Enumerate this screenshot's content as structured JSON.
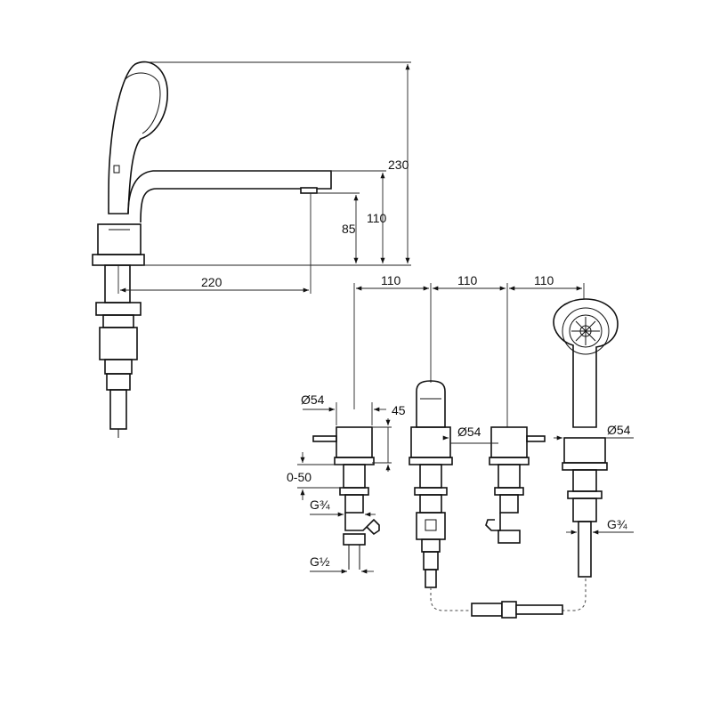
{
  "side_view": {
    "dim_height_total": "230",
    "dim_height_spout": "110",
    "dim_height_outlet": "85",
    "dim_projection": "220"
  },
  "top_row": {
    "dim_spacing_1": "110",
    "dim_spacing_2": "110",
    "dim_spacing_3": "110"
  },
  "components": {
    "dim_diameter_1": "Ø54",
    "dim_diameter_2": "Ø54",
    "dim_diameter_3": "Ø54",
    "dim_lever_45": "45",
    "dim_deck_range": "0-50",
    "dim_thread_g34_left": "G¾",
    "dim_thread_g12": "G½",
    "dim_thread_g34_right": "G¾"
  },
  "colors": {
    "line": "#111111",
    "background": "#ffffff"
  }
}
